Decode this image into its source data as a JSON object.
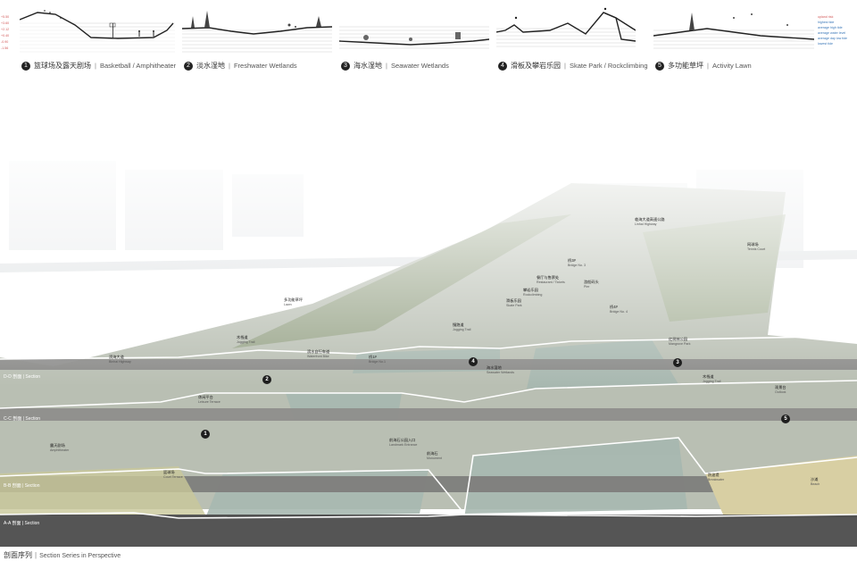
{
  "sections": [
    {
      "num": "1",
      "cn": "篮球场及露天剧场",
      "en": "Basketball / Amphitheater"
    },
    {
      "num": "2",
      "cn": "淡水湿地",
      "en": "Freshwater Wetlands"
    },
    {
      "num": "3",
      "cn": "海水湿地",
      "en": "Seawater Wetlands"
    },
    {
      "num": "4",
      "cn": "滑板及攀岩乐园",
      "en": "Skate Park / Rockclimbing"
    },
    {
      "num": "5",
      "cn": "多功能草坪",
      "en": "Activity Lawn"
    }
  ],
  "levels_right": [
    "upland risk",
    "highest tide",
    "average high tide",
    "average water level",
    "average day low tide",
    "lowest tide"
  ],
  "levels_left": [
    "+5.50",
    "+3.60",
    "+2.12",
    "+0.40",
    "-0.90",
    "-1.56"
  ],
  "persp_labels": [
    {
      "cn": "临海大道高速公路",
      "en": "Linhai Highway"
    },
    {
      "cn": "网球场",
      "en": "Tennis Court"
    },
    {
      "cn": "桥3#",
      "en": "Bridge No. 3"
    },
    {
      "cn": "餐厅与售票处",
      "en": "Restaurant / Tickets"
    },
    {
      "cn": "游船码头",
      "en": "Pier"
    },
    {
      "cn": "攀岩乐园",
      "en": "Rockclimbing"
    },
    {
      "cn": "滑板乐园",
      "en": "Skate Park"
    },
    {
      "cn": "桥4#",
      "en": "Bridge No. 4"
    },
    {
      "cn": "多功能草坪",
      "en": "Lawn"
    },
    {
      "cn": "慢跑道",
      "en": "Jogging Trail"
    },
    {
      "cn": "木栈道",
      "en": "Jogging Trail"
    },
    {
      "cn": "红树林公园",
      "en": "Mangrove Park"
    },
    {
      "cn": "木栈道",
      "en": "Jogging Trail"
    },
    {
      "cn": "滨海大道",
      "en": "Binhai Highway"
    },
    {
      "cn": "滨水自行车道",
      "en": "Waterfront Bike"
    },
    {
      "cn": "桥1#",
      "en": "Bridge No.1"
    },
    {
      "cn": "海水湿地",
      "en": "Seawater Wetlands"
    },
    {
      "cn": "观景台",
      "en": "Outlook"
    },
    {
      "cn": "休闲平台",
      "en": "Leisure Terrace"
    },
    {
      "cn": "露天剧场",
      "en": "Amphitheater"
    },
    {
      "cn": "篮球场",
      "en": "Court Terrace"
    },
    {
      "cn": "前海石公园入口",
      "en": "Landmark Entrance"
    },
    {
      "cn": "前海石",
      "en": "Monument"
    },
    {
      "cn": "沙滩",
      "en": "Beach"
    },
    {
      "cn": "防波堤",
      "en": "Breakwater"
    }
  ],
  "section_tags": [
    "D-D 剖面  |  Section",
    "C-C 剖面  |  Section",
    "B-B 剖面  |  Section",
    "A-A 剖面  |  Section"
  ],
  "markers": [
    "1",
    "2",
    "3",
    "4",
    "5"
  ],
  "bottom": {
    "cn": "剖面序列",
    "en": "Section Series in Perspective"
  }
}
